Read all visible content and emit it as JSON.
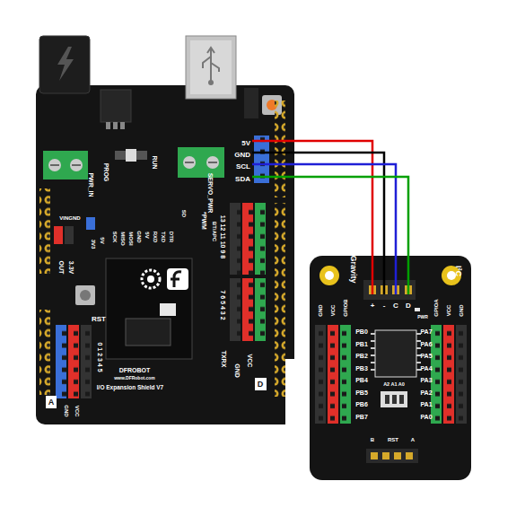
{
  "diagram": {
    "nodes": [
      {
        "text": [
          "I/O Expansion Shield V7"
        ]
      },
      {
        "text": [
          "5V"
        ],
        "in": 0
      },
      {
        "text": [
          "GND"
        ],
        "in": 0
      },
      {
        "text": [
          "SCL"
        ],
        "in": 0
      },
      {
        "text": [
          "SDA"
        ],
        "in": 0
      },
      {
        "text": [
          "Gravity"
        ]
      },
      {
        "text": [
          "+"
        ],
        "in": 5
      },
      {
        "text": [
          "-"
        ],
        "in": 5
      },
      {
        "text": [
          "C"
        ],
        "in": 5
      },
      {
        "text": [
          "D"
        ],
        "in": 5
      }
    ],
    "edges": [
      {
        "from": 1,
        "to": 6,
        "arrow": "none"
      },
      {
        "from": 2,
        "to": 7,
        "arrow": "none"
      },
      {
        "from": 3,
        "to": 8,
        "arrow": "none"
      },
      {
        "from": 4,
        "to": 9,
        "arrow": "none"
      }
    ],
    "labels": [
      "PWR_IN",
      "PROG",
      "RUN",
      "SERVO_PWR",
      "VINGND",
      "3V3",
      "5V",
      "3.3V",
      "OUT",
      "RST",
      "SCK",
      "MISO",
      "MOSI",
      "GND",
      "5V",
      "RXD",
      "TXD",
      "DTR",
      "SD",
      "13 12 11 10 9 8",
      "*PWM",
      "BT/APC",
      "7 6 5 4 3 2",
      "TXRX",
      "GND",
      "VCC",
      "D",
      "0 1 2 3 4 5",
      "A",
      "GND",
      "VCC",
      "DFROBOT",
      "www.DFRobot.com",
      "I²C",
      "GND",
      "VCC",
      "GPIOB",
      "PB0",
      "PB1",
      "PB2",
      "PB3",
      "PB4",
      "PB5",
      "PB6",
      "PB7",
      "PA7",
      "PA6",
      "PA5",
      "PA4",
      "PA3",
      "PA2",
      "PA1",
      "PA0",
      "GPIOA",
      "VCC",
      "GND",
      "PWR",
      "A2 A1 A0",
      "B",
      "RST",
      "A"
    ]
  }
}
